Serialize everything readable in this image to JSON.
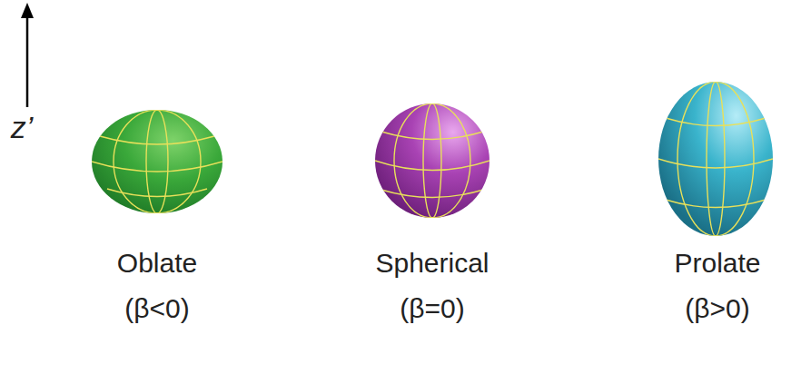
{
  "diagram": {
    "labels": [
      "z’",
      "Oblate",
      "(β<0)",
      "Spherical",
      "(β=0)",
      "Prolate",
      "(β>0)"
    ]
  }
}
